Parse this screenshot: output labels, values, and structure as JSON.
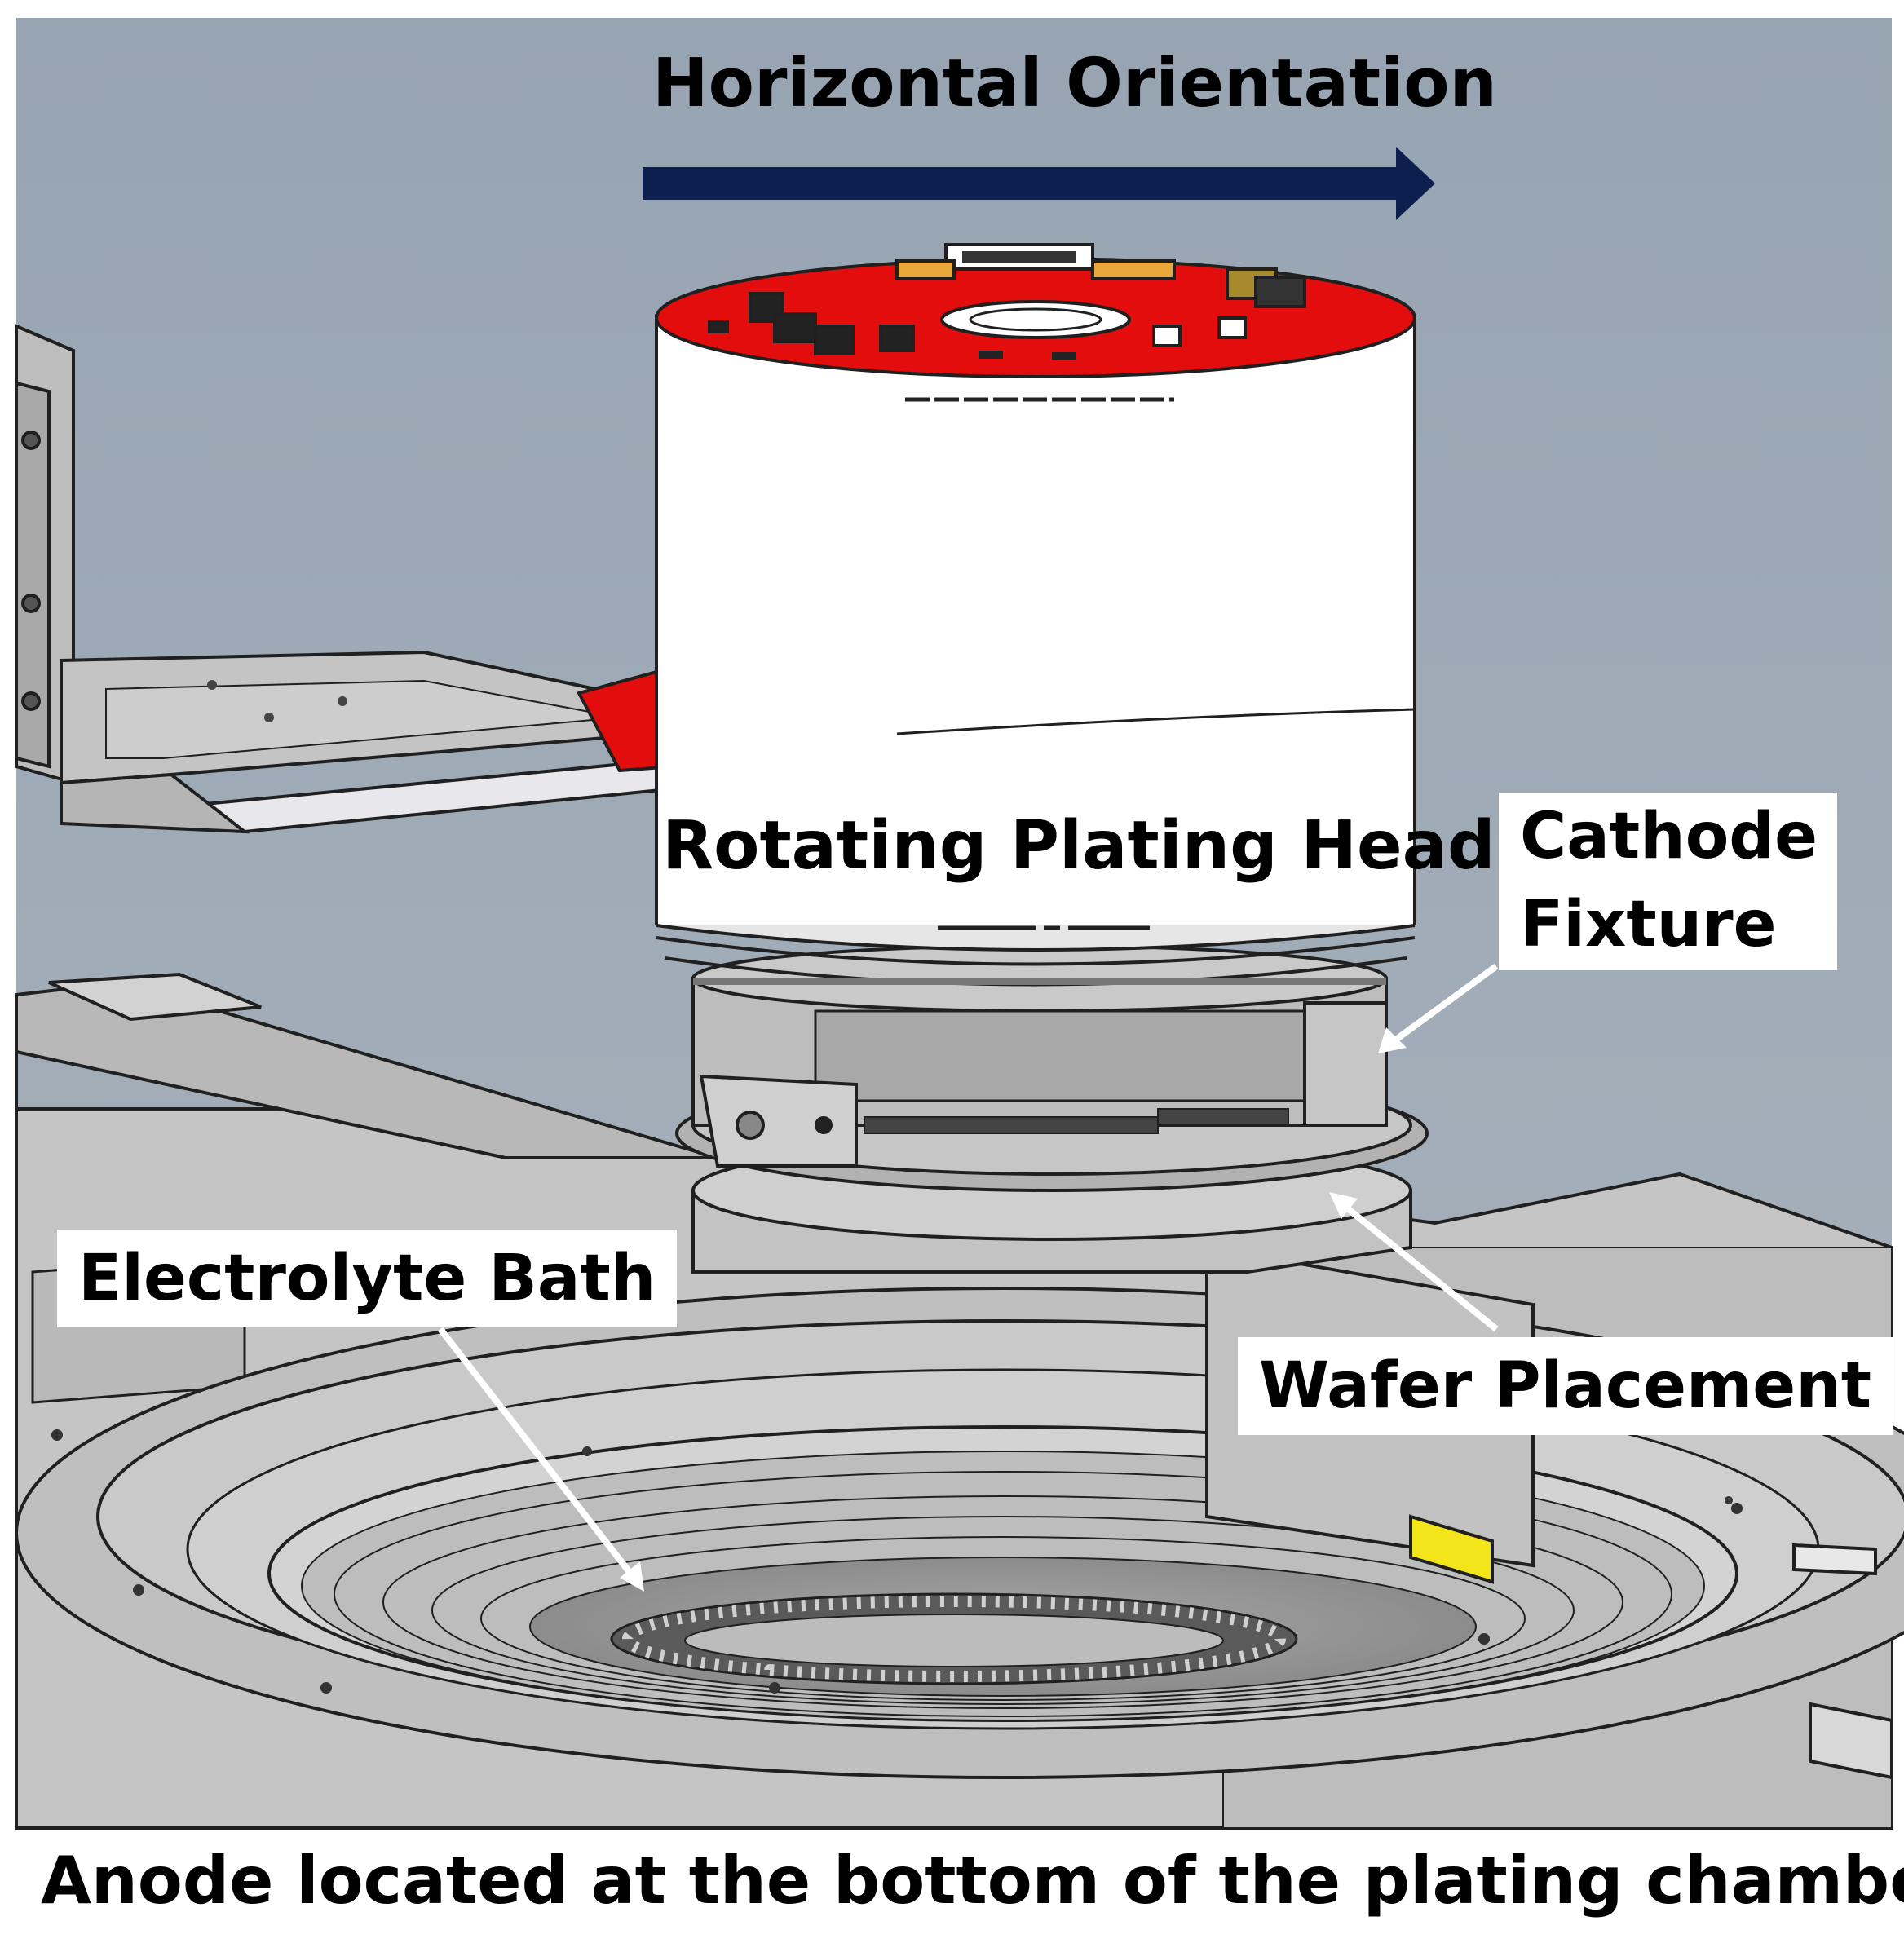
{
  "labels": {
    "orientation": "Horizontal Orientation",
    "head": "Rotating Plating Head",
    "cathode_line1": "Cathode",
    "cathode_line2": "Fixture",
    "bath": "Electrolyte Bath",
    "wafer": "Wafer Placement",
    "caption": "Anode located at the bottom of the plating chamber"
  },
  "colors": {
    "background": "#9aa6b2",
    "metal": "#c6c6c6",
    "metal_dark": "#9c9c9c",
    "cylinder": "#ffffff",
    "pcb_red": "#e30d0d",
    "arrow": "#0d1f4f",
    "accent_yellow": "#f2e61a",
    "line": "#202020"
  }
}
